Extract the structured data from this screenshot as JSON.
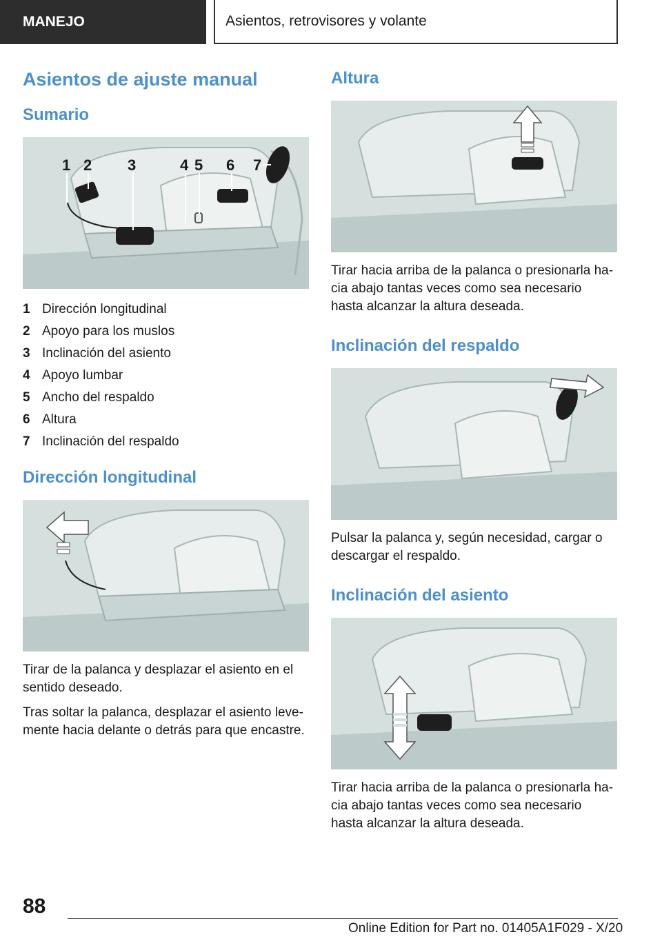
{
  "header": {
    "section": "MANEJO",
    "chapter": "Asientos, retrovisores y volante"
  },
  "left": {
    "title": "Asientos de ajuste manual",
    "sumario": {
      "heading": "Sumario",
      "callouts": [
        "1",
        "2",
        "3",
        "4",
        "5",
        "6",
        "7"
      ],
      "items": [
        {
          "num": "1",
          "label": "Dirección longitudinal"
        },
        {
          "num": "2",
          "label": "Apoyo para los muslos"
        },
        {
          "num": "3",
          "label": "Inclinación del asiento"
        },
        {
          "num": "4",
          "label": "Apoyo lumbar"
        },
        {
          "num": "5",
          "label": "Ancho del respaldo"
        },
        {
          "num": "6",
          "label": "Altura"
        },
        {
          "num": "7",
          "label": "Inclinación del respaldo"
        }
      ]
    },
    "longitudinal": {
      "heading": "Dirección longitudinal",
      "p1": "Tirar de la palanca y desplazar el asiento en el sentido deseado.",
      "p2": "Tras soltar la palanca, desplazar el asiento leve­mente hacia delante o detrás para que encastre."
    }
  },
  "right": {
    "altura": {
      "heading": "Altura",
      "p1": "Tirar hacia arriba de la palanca o presionarla ha­cia abajo tantas veces como sea necesario hasta alcanzar la altura deseada."
    },
    "respaldo": {
      "heading": "Inclinación del respaldo",
      "p1": "Pulsar la palanca y, según necesidad, cargar o descargar el respaldo."
    },
    "asiento": {
      "heading": "Inclinación del asiento",
      "p1": "Tirar hacia arriba de la palanca o presionarla ha­cia abajo tantas veces como sea necesario hasta alcanzar la altura deseada."
    }
  },
  "footer": {
    "page_number": "88",
    "edition": "Online Edition for Part no. 01405A1F029 - X/20"
  }
}
